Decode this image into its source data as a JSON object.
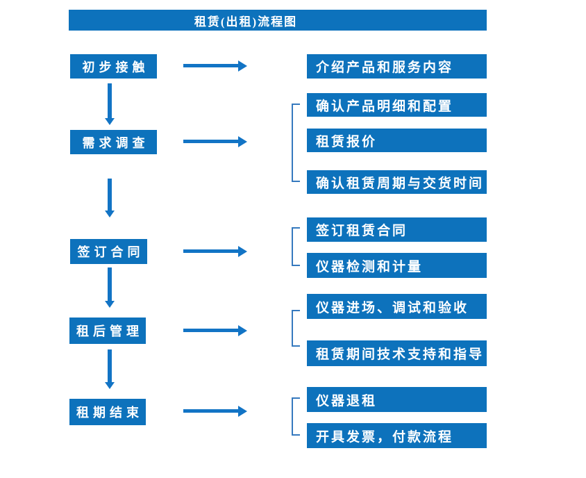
{
  "title": "租赁(出租)流程图",
  "colors": {
    "box_blue": "#0d72bc",
    "arrow_blue": "#1274c5",
    "bracket_blue": "#3579be",
    "text_white": "#ffffff",
    "background": "#ffffff"
  },
  "flow": [
    {
      "stage": "初步接触",
      "details": [
        "介绍产品和服务内容"
      ]
    },
    {
      "stage": "需求调查",
      "details": [
        "确认产品明细和配置",
        "租赁报价",
        "确认租赁周期与交货时间"
      ]
    },
    {
      "stage": "签订合同",
      "details": [
        "签订租赁合同",
        "仪器检测和计量"
      ]
    },
    {
      "stage": "租后管理",
      "details": [
        "仪器进场、调试和验收",
        "租赁期间技术支持和指导"
      ]
    },
    {
      "stage": "租期结束",
      "details": [
        "仪器退租",
        "开具发票，付款流程"
      ]
    }
  ]
}
